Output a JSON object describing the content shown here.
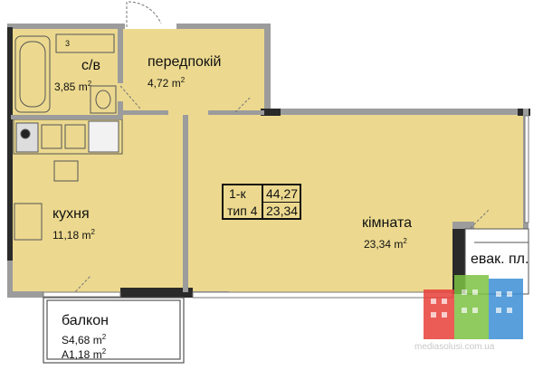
{
  "rooms": {
    "bathroom": {
      "name": "с/в",
      "area": "3,85 m",
      "sup": "2"
    },
    "hallway": {
      "name": "передпокій",
      "area": "4,72 m",
      "sup": "2"
    },
    "kitchen": {
      "name": "кухня",
      "area": "11,18 m",
      "sup": "2"
    },
    "living": {
      "name": "кімната",
      "area": "23,34 m",
      "sup": "2"
    },
    "balcony": {
      "name": "балкон",
      "area_s": "S4,68 m",
      "area_a": "A1,18 m",
      "sup": "2"
    },
    "evac": {
      "name": "евак. пл."
    }
  },
  "info": {
    "type_count": "1-к",
    "total_area": "44,27",
    "type_label": "тип 4",
    "living_area": "23,34"
  },
  "fixtures": {
    "meter_label": "3"
  },
  "colors": {
    "floor": "#ecd98f",
    "wall": "#9c9c9c",
    "wall_dark": "#2a2a2a",
    "outline": "#3a3a3a",
    "logo_red": "#e8403a",
    "logo_green": "#7cc242",
    "logo_blue": "#3b8fd6"
  },
  "watermark": {
    "text": "mediasolusi.com.ua"
  }
}
